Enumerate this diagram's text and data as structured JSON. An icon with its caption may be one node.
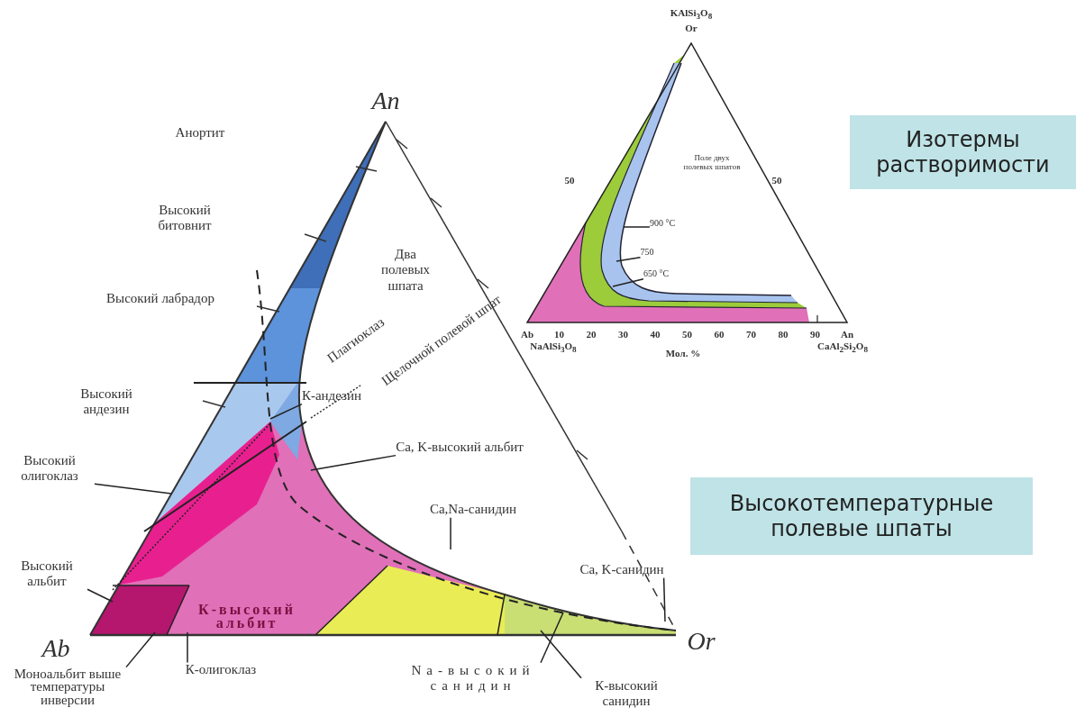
{
  "diagram": {
    "nodes": [
      {
        "text": [
          "Изотермы растворимости"
        ]
      },
      {
        "text": [
          "Высокотемпературные полевые шпаты"
        ]
      },
      {
        "text": [
          "900 °C"
        ]
      },
      {
        "text": [
          "750"
        ]
      },
      {
        "text": [
          "650 °C"
        ]
      },
      {
        "text": [
          "К-андезин"
        ]
      },
      {
        "text": [
          "Высокий олигоклаз"
        ]
      },
      {
        "text": [
          "Ca, K-высокий альбит"
        ]
      },
      {
        "text": [
          "Высокий альбит"
        ]
      },
      {
        "text": [
          "Ca,Na-санидин"
        ]
      },
      {
        "text": [
          "Ca, K-санидин"
        ]
      },
      {
        "text": [
          "Моноальбит выше температуры инверсии"
        ]
      },
      {
        "text": [
          "К-олигоклаз"
        ]
      },
      {
        "text": [
          "Na-высокий санидин"
        ]
      },
      {
        "text": [
          "К-высокий санидин"
        ]
      }
    ],
    "edges": [
      {
        "from": 2,
        "to": null,
        "arrow": "none"
      },
      {
        "from": 3,
        "to": null,
        "arrow": "none"
      },
      {
        "from": 4,
        "to": null,
        "arrow": "none"
      },
      {
        "from": 5,
        "to": null,
        "arrow": "none"
      },
      {
        "from": 6,
        "to": null,
        "arrow": "none"
      },
      {
        "from": 7,
        "to": null,
        "arrow": "none"
      },
      {
        "from": 8,
        "to": null,
        "arrow": "none"
      },
      {
        "from": 9,
        "to": null,
        "arrow": "none"
      },
      {
        "from": 10,
        "to": null,
        "arrow": "none"
      },
      {
        "from": 11,
        "to": null,
        "arrow": "none"
      },
      {
        "from": 12,
        "to": null,
        "arrow": "none"
      },
      {
        "from": 13,
        "to": null,
        "arrow": "none"
      },
      {
        "from": 14,
        "to": null,
        "arrow": "none"
      }
    ],
    "labels": [
      "An",
      "Ab",
      "Or",
      "Анортит",
      "Высокий битовнит",
      "Высокий лабрадор",
      "Высокий андезин",
      "Два полевых шпата",
      "Плагиоклаз",
      "Щелочной полевой шпат",
      "К-высокий альбит",
      "KAlSi$_{3}$O$_{8}$",
      "Or",
      "50",
      "50",
      "Поле двух полевых шпатов",
      "Ab",
      "10",
      "20",
      "30",
      "40",
      "50",
      "60",
      "70",
      "80",
      "90",
      "An",
      "NaAlSi$_{3}$O$_{8}$",
      "Мол. %",
      "CaAl$_{2}$Si$_{2}$O$_{8}$"
    ]
  }
}
